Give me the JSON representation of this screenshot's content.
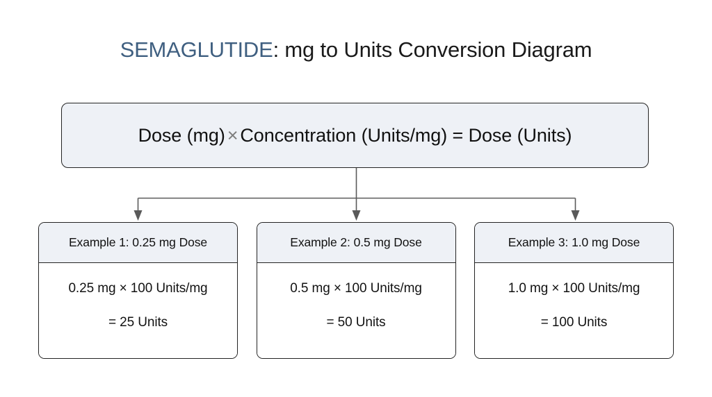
{
  "title": {
    "drug": "SEMAGLUTIDE",
    "rest": ": mg to Units Conversion Diagram",
    "drug_color": "#3f5f80",
    "rest_color": "#1a1a1a"
  },
  "formula": {
    "part_1": "Dose (mg)",
    "operator": "×",
    "part_2": "Concentration (Units/mg) = Dose (Units)",
    "full_text": "Dose (mg) × Concentration (Units/mg) = Dose (Units)",
    "fill_color": "#eef1f6",
    "border_color": "#232323"
  },
  "connector": {
    "icon": "branch-arrow-connector",
    "color": "#5a5a5a",
    "arrow_count": 3
  },
  "examples": [
    {
      "header": "Example 1: 0.25 mg Dose",
      "calculation": "0.25 mg × 100 Units/mg",
      "result": "= 25 Units",
      "dose_mg": 0.25,
      "concentration_units_per_mg": 100,
      "result_units": 25
    },
    {
      "header": "Example 2: 0.5 mg Dose",
      "calculation": "0.5 mg × 100 Units/mg",
      "result": "= 50 Units",
      "dose_mg": 0.5,
      "concentration_units_per_mg": 100,
      "result_units": 50
    },
    {
      "header": "Example 3: 1.0 mg Dose",
      "calculation": "1.0 mg × 100 Units/mg",
      "result": "= 100 Units",
      "dose_mg": 1.0,
      "concentration_units_per_mg": 100,
      "result_units": 100
    }
  ],
  "theme": {
    "background": "#ffffff",
    "header_fill": "#eef1f6",
    "border": "#232323",
    "text": "#121212",
    "accent": "#3f5f80"
  }
}
